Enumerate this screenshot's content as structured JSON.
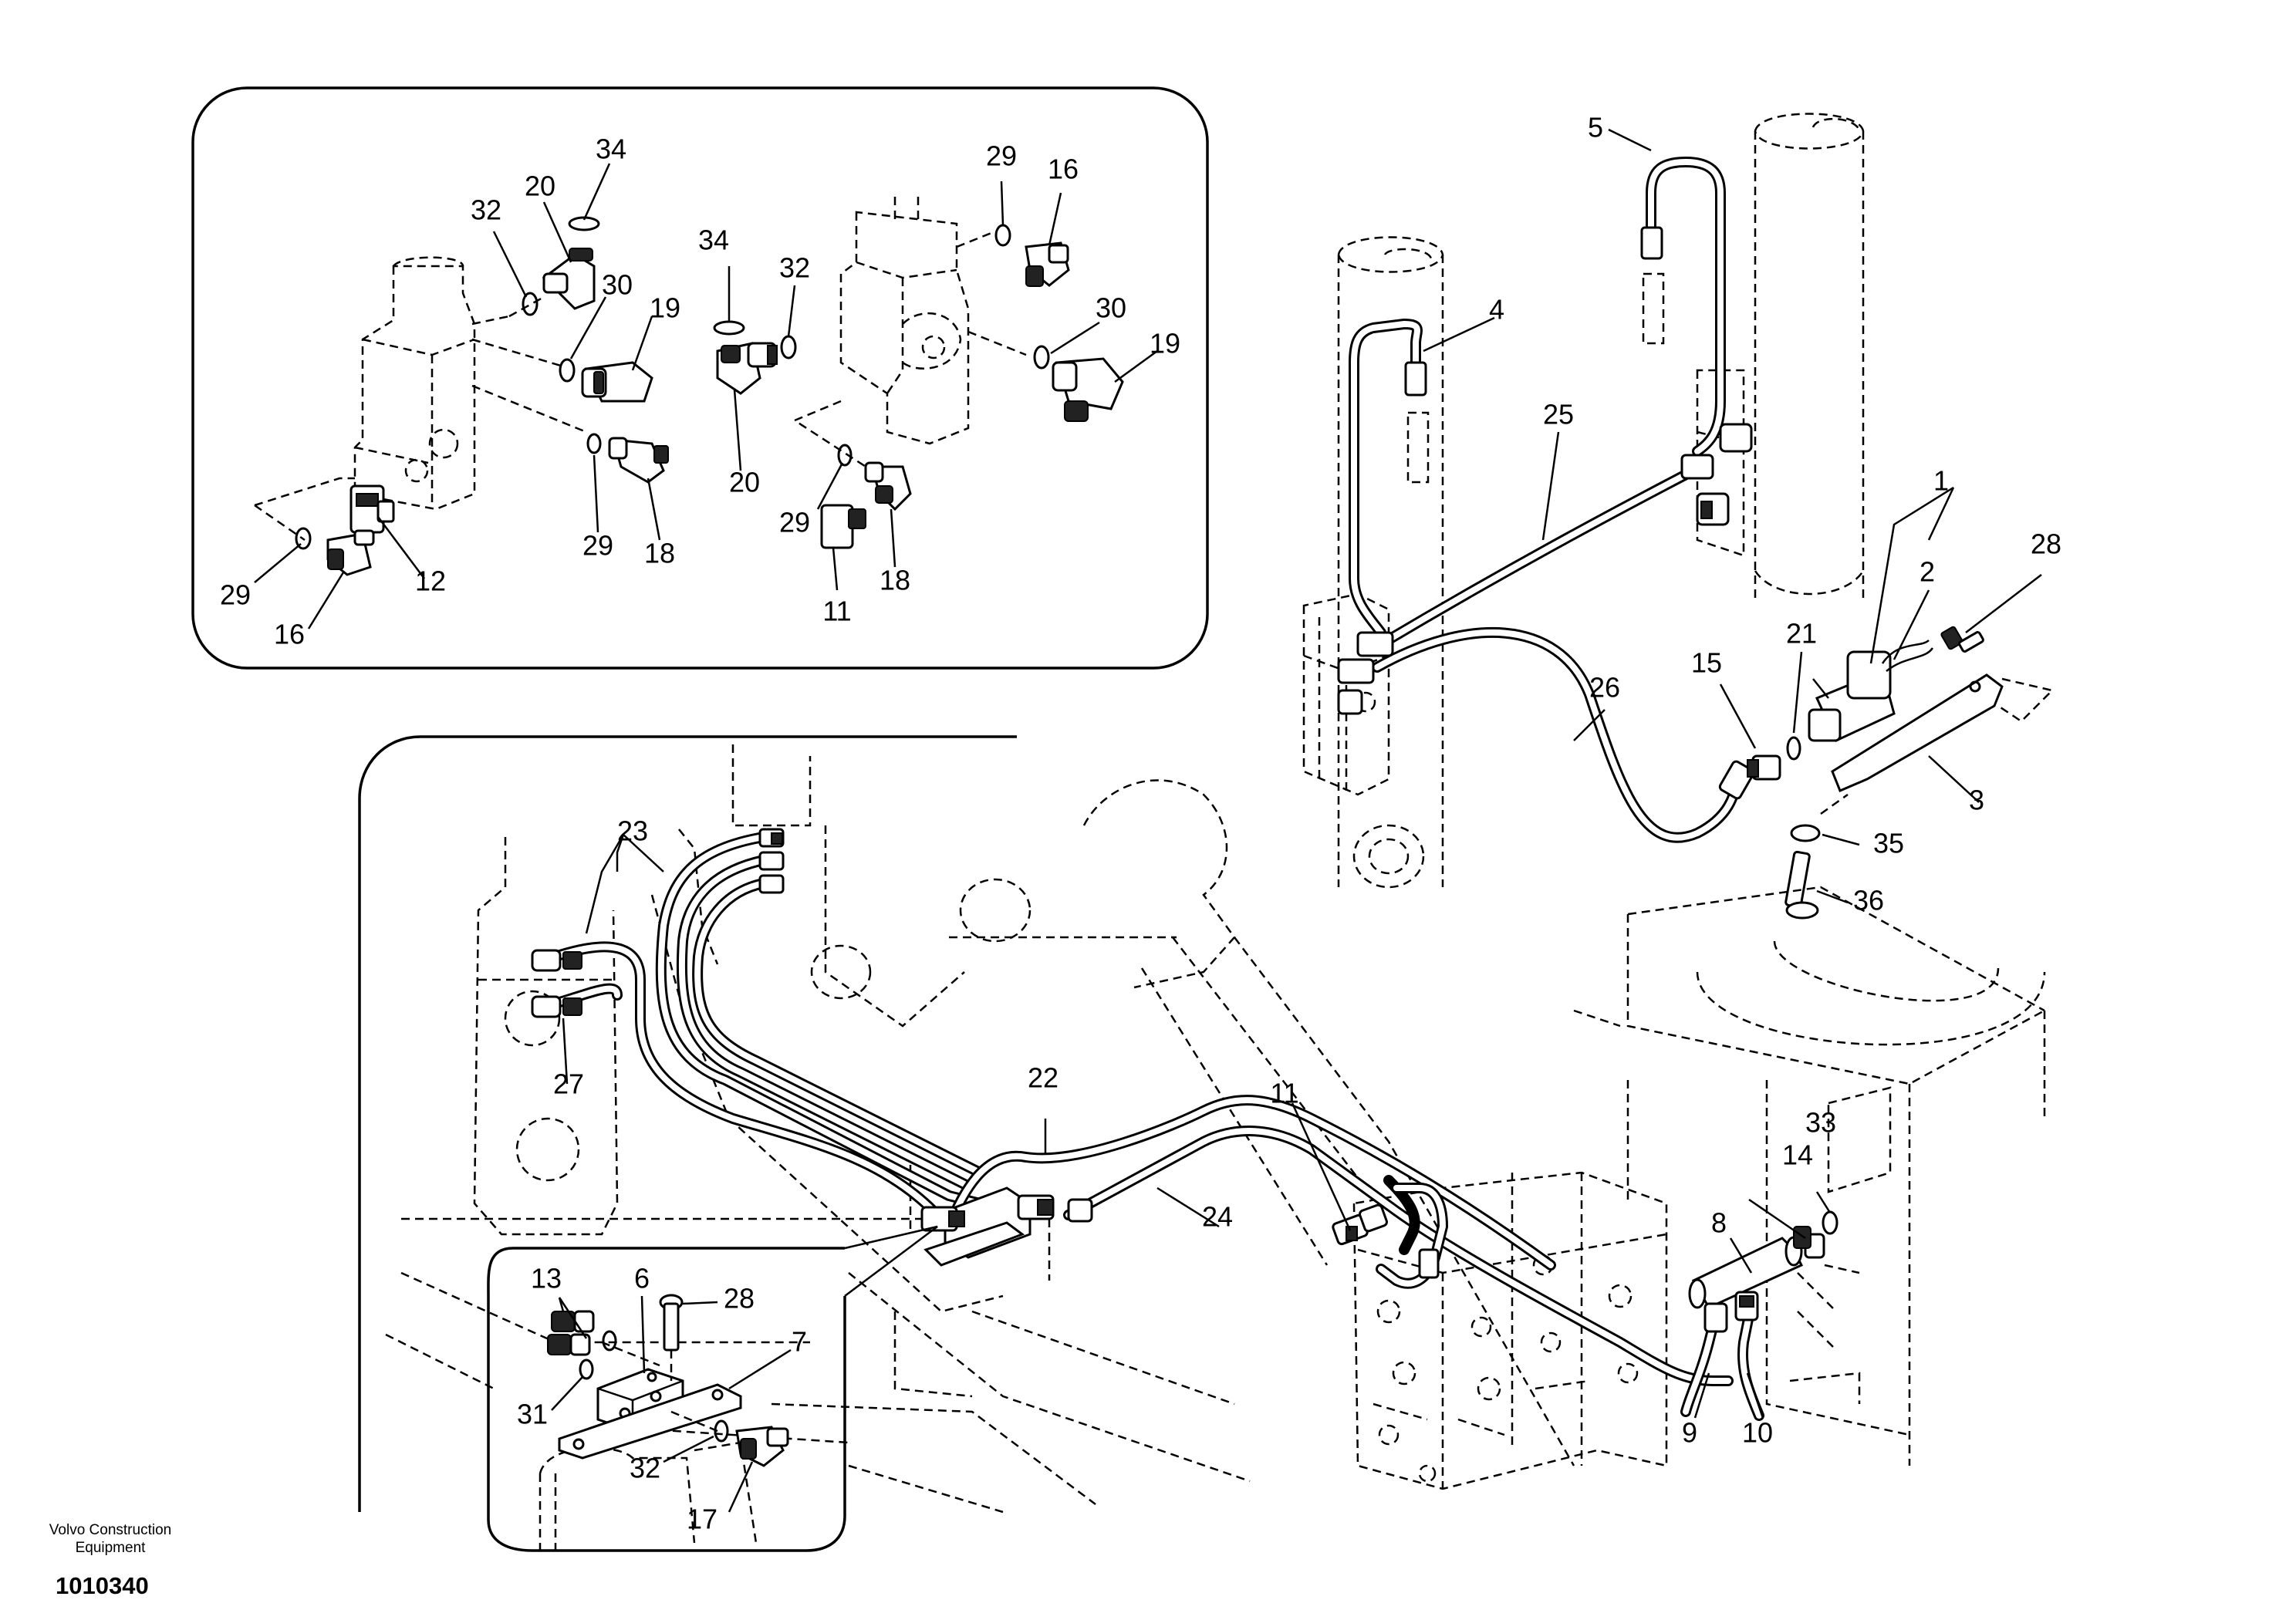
{
  "footer": {
    "brand": "Volvo Construction Equipment",
    "drawing_number": "1010340"
  },
  "callouts": [
    {
      "id": "c34a",
      "text": "34",
      "panel": "inset-top"
    },
    {
      "id": "c20a",
      "text": "20",
      "panel": "inset-top"
    },
    {
      "id": "c32a",
      "text": "32",
      "panel": "inset-top"
    },
    {
      "id": "c30a",
      "text": "30",
      "panel": "inset-top"
    },
    {
      "id": "c19a",
      "text": "19",
      "panel": "inset-top"
    },
    {
      "id": "c29a",
      "text": "29",
      "panel": "inset-top"
    },
    {
      "id": "c18a",
      "text": "18",
      "panel": "inset-top"
    },
    {
      "id": "c12a",
      "text": "12",
      "panel": "inset-top"
    },
    {
      "id": "c29b",
      "text": "29",
      "panel": "inset-top"
    },
    {
      "id": "c16a",
      "text": "16",
      "panel": "inset-top"
    },
    {
      "id": "c34b",
      "text": "34",
      "panel": "inset-top"
    },
    {
      "id": "c32b",
      "text": "32",
      "panel": "inset-top"
    },
    {
      "id": "c20b",
      "text": "20",
      "panel": "inset-top"
    },
    {
      "id": "c29c",
      "text": "29",
      "panel": "inset-top"
    },
    {
      "id": "c11a",
      "text": "11",
      "panel": "inset-top"
    },
    {
      "id": "c18b",
      "text": "18",
      "panel": "inset-top"
    },
    {
      "id": "c29d",
      "text": "29",
      "panel": "inset-top"
    },
    {
      "id": "c16b",
      "text": "16",
      "panel": "inset-top"
    },
    {
      "id": "c30b",
      "text": "30",
      "panel": "inset-top"
    },
    {
      "id": "c19b",
      "text": "19",
      "panel": "inset-top"
    },
    {
      "id": "c5",
      "text": "5",
      "panel": "main"
    },
    {
      "id": "c4",
      "text": "4",
      "panel": "main"
    },
    {
      "id": "c25",
      "text": "25",
      "panel": "main"
    },
    {
      "id": "c1",
      "text": "1",
      "panel": "main"
    },
    {
      "id": "c2",
      "text": "2",
      "panel": "main"
    },
    {
      "id": "c28a",
      "text": "28",
      "panel": "main"
    },
    {
      "id": "c21",
      "text": "21",
      "panel": "main"
    },
    {
      "id": "c15",
      "text": "15",
      "panel": "main"
    },
    {
      "id": "c26",
      "text": "26",
      "panel": "main"
    },
    {
      "id": "c3",
      "text": "3",
      "panel": "main"
    },
    {
      "id": "c35",
      "text": "35",
      "panel": "main"
    },
    {
      "id": "c36",
      "text": "36",
      "panel": "main"
    },
    {
      "id": "c23",
      "text": "23",
      "panel": "main"
    },
    {
      "id": "c27",
      "text": "27",
      "panel": "main"
    },
    {
      "id": "c22",
      "text": "22",
      "panel": "main"
    },
    {
      "id": "c11b",
      "text": "11",
      "panel": "main"
    },
    {
      "id": "c24",
      "text": "24",
      "panel": "main"
    },
    {
      "id": "c33",
      "text": "33",
      "panel": "main"
    },
    {
      "id": "c14",
      "text": "14",
      "panel": "main"
    },
    {
      "id": "c8",
      "text": "8",
      "panel": "main"
    },
    {
      "id": "c9",
      "text": "9",
      "panel": "main"
    },
    {
      "id": "c10",
      "text": "10",
      "panel": "main"
    },
    {
      "id": "c13",
      "text": "13",
      "panel": "inset-bottom"
    },
    {
      "id": "c6",
      "text": "6",
      "panel": "inset-bottom"
    },
    {
      "id": "c28b",
      "text": "28",
      "panel": "inset-bottom"
    },
    {
      "id": "c7",
      "text": "7",
      "panel": "inset-bottom"
    },
    {
      "id": "c31",
      "text": "31",
      "panel": "inset-bottom"
    },
    {
      "id": "c32c",
      "text": "32",
      "panel": "inset-bottom"
    },
    {
      "id": "c17",
      "text": "17",
      "panel": "inset-bottom"
    }
  ]
}
